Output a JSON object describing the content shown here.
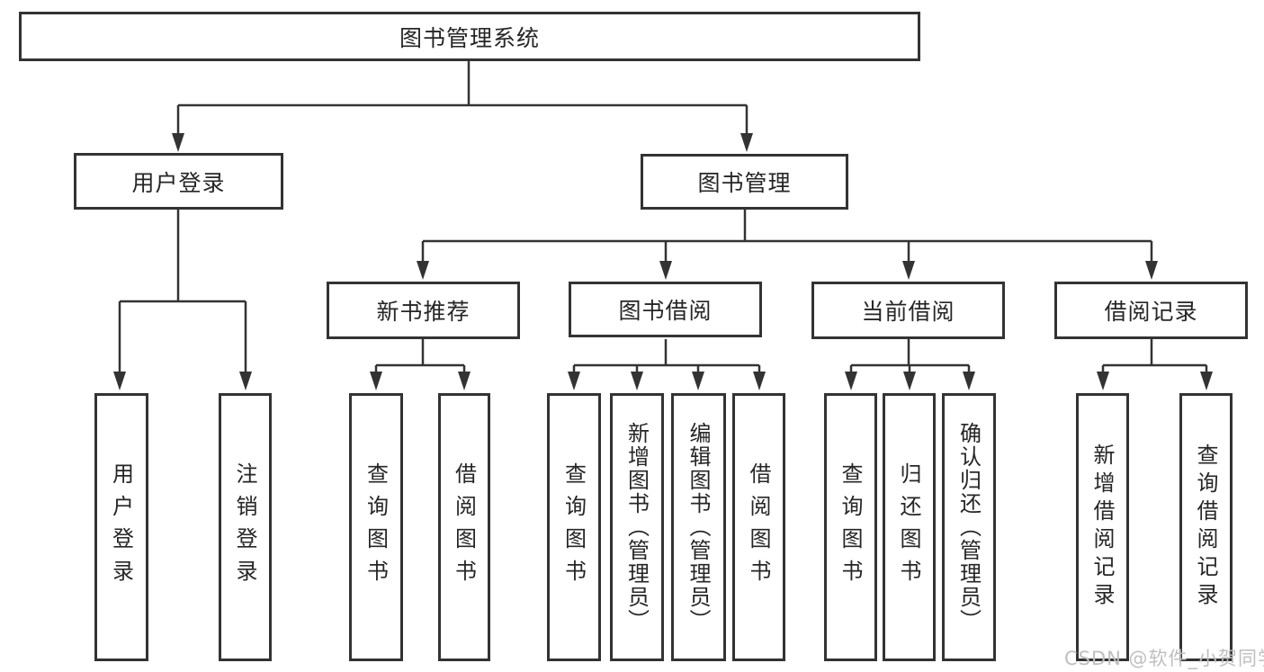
{
  "diagram": {
    "root": {
      "label": "图书管理系统"
    },
    "branches": [
      {
        "label": "用户登录",
        "children": [
          {
            "label": "用户登录"
          },
          {
            "label": "注销登录"
          }
        ]
      },
      {
        "label": "图书管理",
        "groups": [
          {
            "label": "新书推荐",
            "children": [
              {
                "label": "查询图书"
              },
              {
                "label": "借阅图书"
              }
            ]
          },
          {
            "label": "图书借阅",
            "children": [
              {
                "label": "查询图书"
              },
              {
                "label": "新增图书（管理员）"
              },
              {
                "label": "编辑图书（管理员）"
              },
              {
                "label": "借阅图书"
              }
            ]
          },
          {
            "label": "当前借阅",
            "children": [
              {
                "label": "查询图书"
              },
              {
                "label": "归还图书"
              },
              {
                "label": "确认归还（管理员）"
              }
            ]
          },
          {
            "label": "借阅记录",
            "children": [
              {
                "label": "新增借阅记录"
              },
              {
                "label": "查询借阅记录"
              }
            ]
          }
        ]
      }
    ]
  },
  "watermark": {
    "text": "CSDN @软件_小贺同学",
    "color": "#bfbfbf"
  },
  "colors": {
    "line": "#333333",
    "text": "#262626",
    "background": "#ffffff"
  }
}
